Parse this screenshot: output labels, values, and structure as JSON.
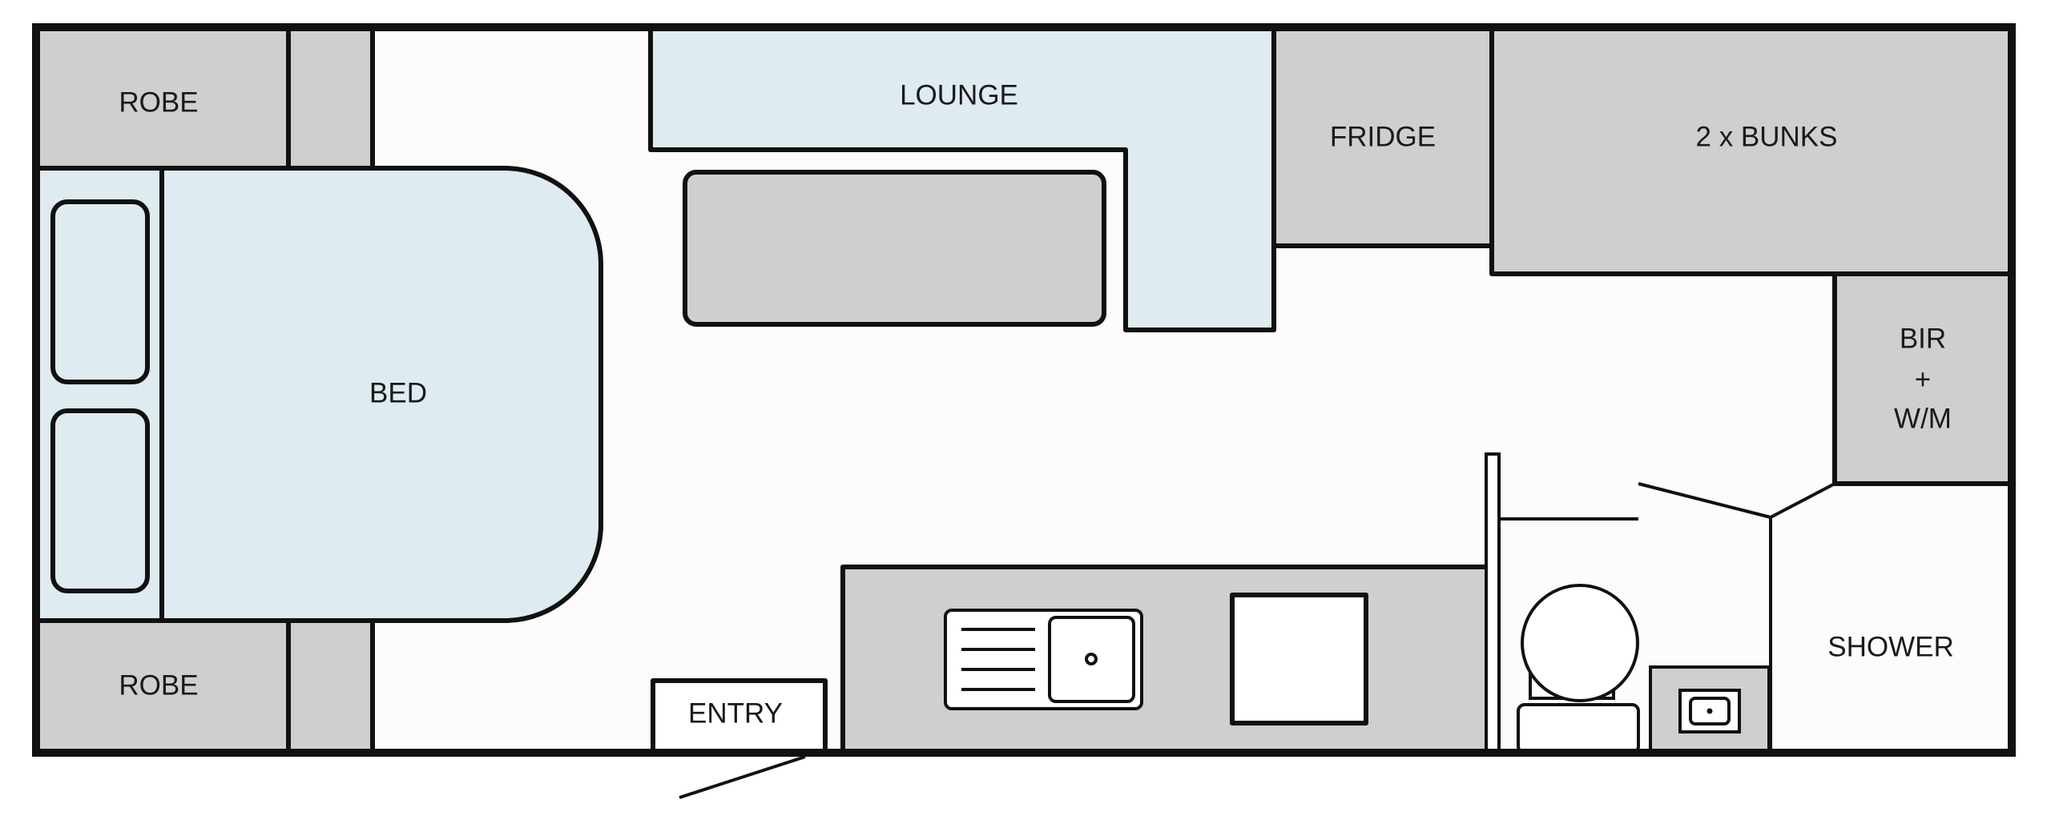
{
  "colors": {
    "floor": "#fdfbfc",
    "cabinet": "#cfcfcf",
    "furniture_blue": "#deebf1",
    "outline": "#111111"
  },
  "labels": {
    "robe_top": "ROBE",
    "robe_bottom": "ROBE",
    "bed": "BED",
    "lounge": "LOUNGE",
    "fridge": "FRIDGE",
    "bunks": "2 x BUNKS",
    "bir_line1": "BIR",
    "bir_line2": "+",
    "bir_line3": "W/M",
    "shower": "SHOWER",
    "entry": "ENTRY"
  },
  "icons": {
    "sink": "kitchen-sink-icon",
    "cooktop": "cooktop-icon",
    "toilet": "toilet-icon",
    "basin": "basin-icon",
    "pillows": "pillow-icon"
  }
}
